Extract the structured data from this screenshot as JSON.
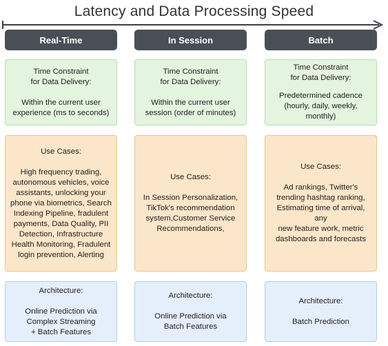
{
  "title": "Latency and Data Processing Speed",
  "columns": [
    {
      "header": "Real-Time",
      "constraint": {
        "label": "Time Constraint\nfor Data Delivery:",
        "text": "Within the current user\nexperience (ms to seconds)"
      },
      "use_cases": {
        "label": "Use Cases:",
        "text": "High frequency trading,\nautonomous vehicles, voice\nassistants, unlocking your\nphone via biometrics, Search\nIndexing Pipeline, fradulent\npayments, Data Quality, PII\nDetection, Infrastructure\nHealth Monitoring, Fradulent\nlogin prevention, Alerting"
      },
      "architecture": {
        "label": "Architecture:",
        "text": "Online Prediction via\nComplex Streaming\n+ Batch Features"
      }
    },
    {
      "header": "In Session",
      "constraint": {
        "label": "Time Constraint\nfor Data Delivery:",
        "text": "Within the current user\nsession (order of minutes)"
      },
      "use_cases": {
        "label": "Use Cases:",
        "text": "In Session Personalization,\nTikTok's recommendation\nsystem,Customer Service\nRecommendations,"
      },
      "architecture": {
        "label": "Architecture:",
        "text": "Online Prediction via\nBatch Features"
      }
    },
    {
      "header": "Batch",
      "constraint": {
        "label": "Time Constraint\nfor Data Delivery:",
        "text": "Predetermined cadence\n(hourly, daily, weekly, monthly)"
      },
      "use_cases": {
        "label": "Use Cases:",
        "text": "Ad rankings, Twitter's\ntrending hashtag ranking,\nEstimating time of arrival, any\nnew feature work, metric\ndashboards and forecasts"
      },
      "architecture": {
        "label": "Architecture:",
        "text": "Batch Prediction"
      }
    }
  ],
  "colors": {
    "header_bg": "#4a4f56",
    "constraint_bg": "#e3f4df",
    "use_case_bg": "#fbe6c9",
    "architecture_bg": "#e5eefb",
    "arrow": "#3a3f46"
  }
}
